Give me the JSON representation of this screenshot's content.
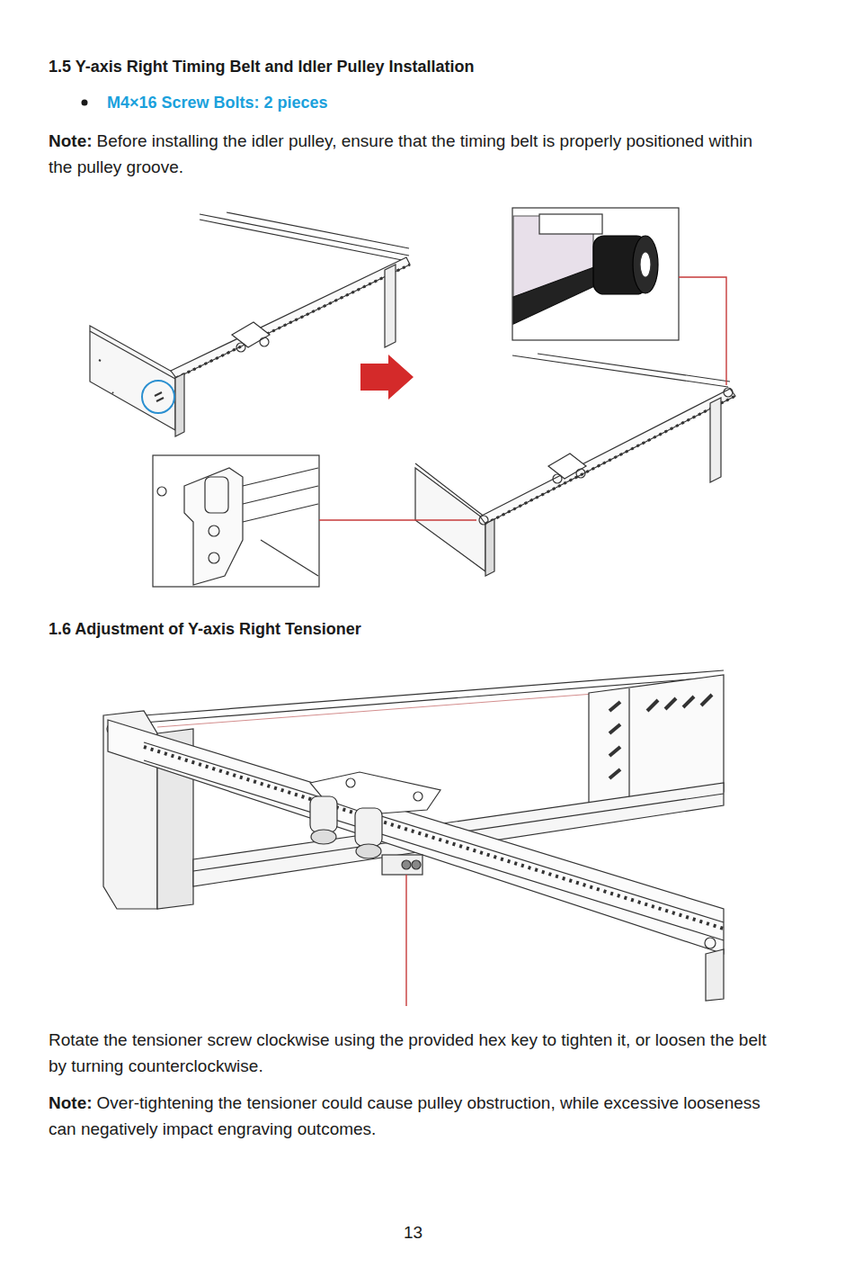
{
  "diagram": {
    "title": "1.5 Y-axis Right Timing Belt and Idler Pulley Installation",
    "labels": [
      "M4×16 Screw Bolts: 2 pieces",
      "Note:",
      "Before installing the idler pulley, ensure that the timing belt is properly positioned within the pulley groove.",
      "1.6 Adjustment of Y-axis Right Tensioner",
      "Rotate the tensioner screw clockwise using the provided hex key to tighten it, or loosen the belt by turning counterclockwise.",
      "Note:",
      "Over-tightening the tensioner could cause pulley obstruction, while excessive looseness can negatively impact engraving outcomes.",
      "13"
    ]
  }
}
